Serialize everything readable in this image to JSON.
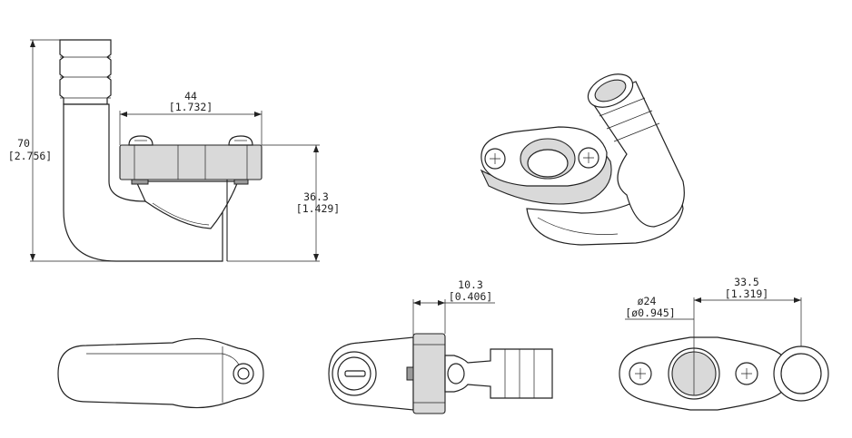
{
  "dimensions": {
    "height_mm": "70",
    "height_in": "[2.756]",
    "width_mm": "44",
    "width_in": "[1.732]",
    "flange_height_mm": "36.3",
    "flange_height_in": "[1.429]",
    "flange_thickness_mm": "10.3",
    "flange_thickness_in": "[0.406]",
    "port_diameter_mm": "ø24",
    "port_diameter_in": "[ø0.945]",
    "spout_offset_mm": "33.5",
    "spout_offset_in": "[1.319]"
  },
  "colors": {
    "line": "#222222",
    "shade": "#d9d9d9",
    "background": "#ffffff"
  }
}
